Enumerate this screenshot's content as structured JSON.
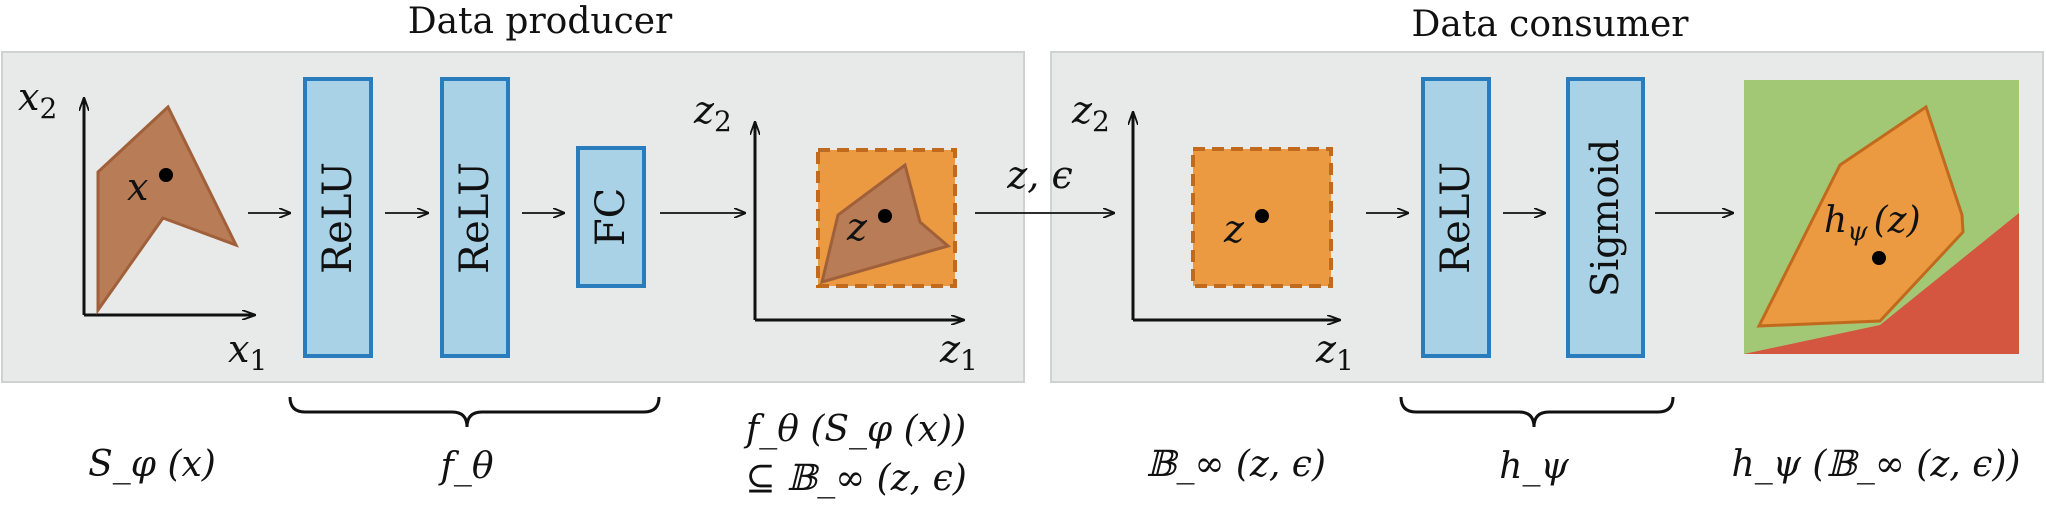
{
  "titles": {
    "producer": "Data producer",
    "consumer": "Data consumer"
  },
  "producer_blocks": [
    "ReLU",
    "ReLU",
    "FC"
  ],
  "consumer_blocks": [
    "ReLU",
    "Sigmoid"
  ],
  "axes": {
    "input_y": "x",
    "input_y_sub": "2",
    "input_x": "x",
    "input_x_sub": "1",
    "latent_y": "z",
    "latent_y_sub": "2",
    "latent_x": "z",
    "latent_x_sub": "1",
    "consumer_y": "z",
    "consumer_y_sub": "2",
    "consumer_x": "z",
    "consumer_x_sub": "1"
  },
  "points": {
    "input": "x",
    "latent": "z",
    "consumer": "z",
    "output_h": "h",
    "output_sub": "ψ",
    "output_arg": "(z)"
  },
  "transmission": "z, ϵ",
  "captions": {
    "input_set": "S_φ (x)",
    "producer_net": "f_θ",
    "image_line1": "f_θ (S_φ (x))",
    "image_line2": "⊆ 𝔹_∞ (z, ϵ)",
    "box": "𝔹_∞ (z, ϵ)",
    "consumer_net": "h_ψ",
    "output": "h_ψ (𝔹_∞ (z, ϵ))"
  },
  "colors": {
    "panel": "#e8e9e9",
    "panel_border": "#d0d2d2",
    "block_fill": "#a9d2e6",
    "block_stroke": "#2a7dbd",
    "brown_fill": "#b87c57",
    "brown_stroke": "#a0603a",
    "orange_fill": "#ec9a41",
    "orange_stroke": "#c16a1e",
    "green": "#a2c876",
    "red": "#d45540"
  }
}
